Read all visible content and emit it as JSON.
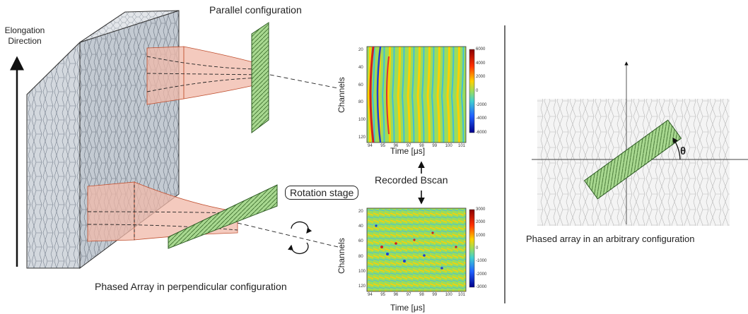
{
  "labels": {
    "parallel": "Parallel configuration",
    "elongation_line1": "Elongation",
    "elongation_line2": "Direction",
    "recorded": "Recorded Bscan",
    "rotation": "Rotation stage",
    "perpendicular": "Phased Array in perpendicular configuration",
    "arbitrary": "Phased array in an arbitrary configuration",
    "theta": "θ"
  },
  "bscan_top": {
    "ylabel": "Channels",
    "xlabel": "Time [μs]",
    "yticks": [
      "20",
      "40",
      "60",
      "80",
      "100",
      "120"
    ],
    "xticks": [
      "94",
      "95",
      "96",
      "97",
      "98",
      "99",
      "100",
      "101"
    ],
    "cticks": [
      "6000",
      "4000",
      "2000",
      "0",
      "-2000",
      "-4000",
      "-6000"
    ]
  },
  "bscan_bottom": {
    "ylabel": "Channels",
    "xlabel": "Time [μs]",
    "yticks": [
      "20",
      "40",
      "60",
      "80",
      "100",
      "120"
    ],
    "xticks": [
      "94",
      "95",
      "96",
      "97",
      "98",
      "99",
      "100",
      "101"
    ],
    "cticks": [
      "3000",
      "2000",
      "1000",
      "0",
      "-1000",
      "-2000",
      "-3000"
    ]
  },
  "colors": {
    "transducer": "#a8d890",
    "beam": "#f0b8a8",
    "block_front": "#c8d0d8",
    "block_side": "#aeb8c4",
    "block_top": "#dfe3e8"
  }
}
